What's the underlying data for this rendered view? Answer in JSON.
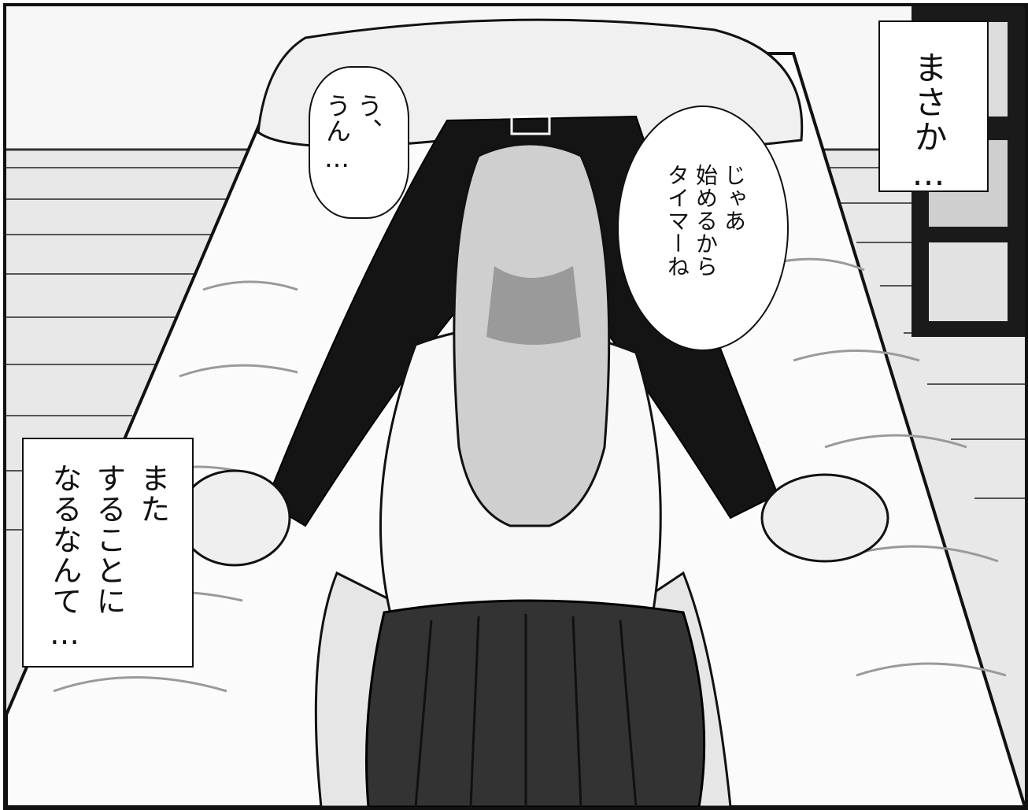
{
  "panel": {
    "captions": [
      {
        "lines": [
          "まさか…"
        ]
      },
      {
        "lines": [
          "また",
          "することに",
          "なるなんて…"
        ]
      }
    ],
    "bubbles": [
      {
        "lines": [
          "う、",
          "うん…"
        ]
      },
      {
        "lines": [
          "じゃあ",
          "始めるから",
          "タイマーね"
        ]
      }
    ]
  },
  "colors": {
    "ink": "#111111",
    "paper": "#ffffff",
    "tone_light": "#d8d8d8",
    "tone_mid": "#9a9a9a",
    "tone_dark": "#333333"
  }
}
